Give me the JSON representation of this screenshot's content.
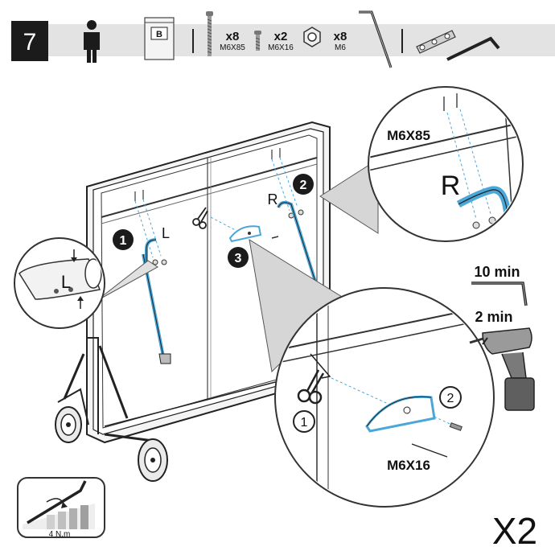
{
  "step": {
    "number": "7"
  },
  "parts_bar": {
    "bag_label": "B",
    "items": [
      {
        "icon": "bolt-long-icon",
        "qty": "x8",
        "size": "M6X85"
      },
      {
        "icon": "bolt-short-icon",
        "qty": "x2",
        "size": "M6X16"
      },
      {
        "icon": "hex-nut-icon",
        "qty": "x8",
        "size": "M6"
      }
    ]
  },
  "callouts": {
    "num1": "1",
    "num2": "2",
    "num3": "3",
    "letter_l": "L",
    "letter_r": "R",
    "zoom_top_bolt": "M6X85",
    "zoom_top_letter": "R",
    "zoom_left_letter": "L",
    "zoom_bottom_bolt": "M6X16",
    "zoom_bottom_num1": "1",
    "zoom_bottom_num2": "2"
  },
  "time": {
    "manual": "10 min",
    "drill": "2 min"
  },
  "torque": {
    "label": "4 N.m"
  },
  "multiplier": "X2",
  "colors": {
    "accent_blue": "#4aa7d8",
    "header_gray": "#e3e3e3",
    "zoom_gray": "#d6d6d6"
  }
}
